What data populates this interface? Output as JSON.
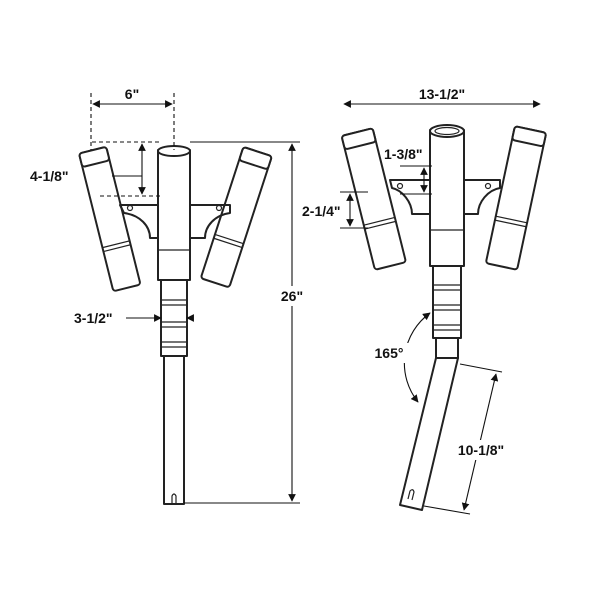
{
  "diagram": {
    "front_view": {
      "width_label": "6\"",
      "depth_label": "4-1/8\"",
      "diameter_label": "3-1/2\"",
      "height_label": "26\""
    },
    "side_view": {
      "width_label": "13-1/2\"",
      "spacing_label": "1-3/8\"",
      "offset_label": "2-1/4\"",
      "angle_label": "165°",
      "lower_length_label": "10-1/8\""
    }
  }
}
